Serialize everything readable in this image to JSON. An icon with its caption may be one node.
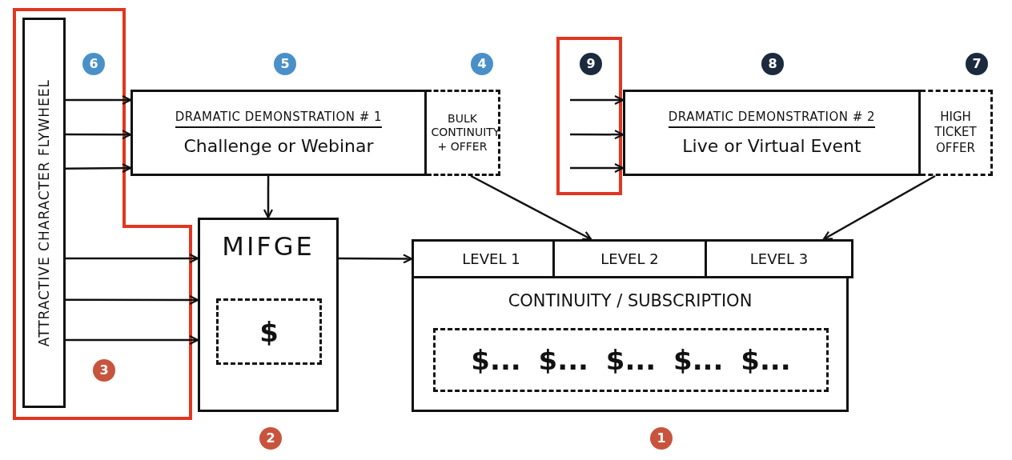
{
  "diagram": {
    "nodes": [
      {
        "text": [
          "ATTRACTIVE CHARACTER FLYWHEEL"
        ]
      },
      {
        "text": [
          "DRAMATIC DEMONSTRATION # 1",
          "Challenge or Webinar"
        ]
      },
      {
        "text": [
          "BULK CONTINUITY + OFFER"
        ]
      },
      {
        "text": [
          "DRAMATIC DEMONSTRATION # 2",
          "Live or Virtual Event"
        ]
      },
      {
        "text": [
          "HIGH TICKET OFFER"
        ]
      },
      {
        "text": [
          "MIFGE"
        ]
      },
      {
        "text": [
          "$"
        ],
        "in": 5
      },
      {
        "text": [
          "CONTINUITY / SUBSCRIPTION"
        ]
      },
      {
        "text": [
          "LEVEL 1"
        ],
        "in": 7
      },
      {
        "text": [
          "LEVEL 2"
        ],
        "in": 7
      },
      {
        "text": [
          "LEVEL 3"
        ],
        "in": 7
      },
      {
        "text": [
          "$... $... $... $... $..."
        ],
        "in": 7
      }
    ],
    "edges": [
      {
        "from": 0,
        "to": 1,
        "arrow": "to"
      },
      {
        "from": 0,
        "to": 1,
        "arrow": "to"
      },
      {
        "from": 0,
        "to": 1,
        "arrow": "to"
      },
      {
        "from": 0,
        "to": 5,
        "arrow": "to"
      },
      {
        "from": 0,
        "to": 5,
        "arrow": "to"
      },
      {
        "from": 0,
        "to": 5,
        "arrow": "to"
      },
      {
        "from": 1,
        "to": 5,
        "arrow": "to"
      },
      {
        "from": 5,
        "to": 8,
        "arrow": "to"
      },
      {
        "from": 2,
        "to": 9,
        "arrow": "to"
      },
      {
        "from": 4,
        "to": 10,
        "arrow": "to"
      },
      {
        "from": null,
        "to": 3,
        "arrow": "to"
      },
      {
        "from": null,
        "to": 3,
        "arrow": "to"
      },
      {
        "from": null,
        "to": 3,
        "arrow": "to"
      }
    ],
    "labels": [
      "6",
      "5",
      "4",
      "9",
      "8",
      "7",
      "3",
      "2",
      "1"
    ]
  }
}
